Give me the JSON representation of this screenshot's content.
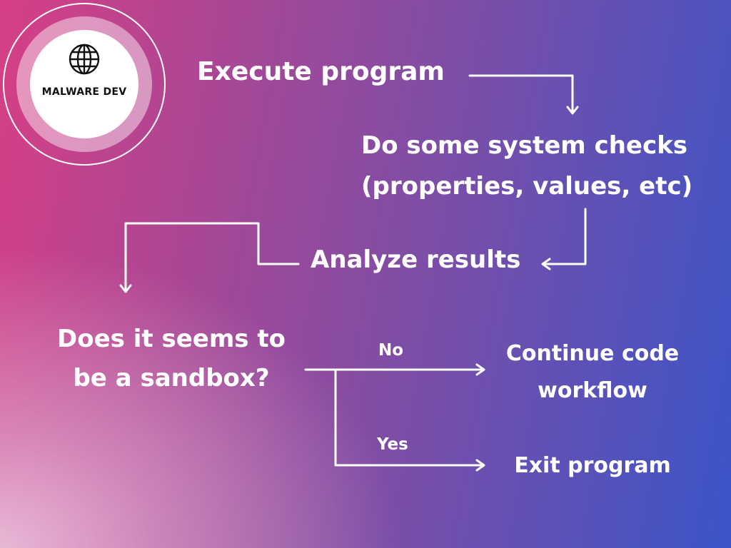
{
  "colors": {
    "bg_left": "#d63f85",
    "bg_mid": "#8a4ca0",
    "bg_right": "#3b55c8",
    "glow": "#e8b8d6",
    "text": "#ffffff",
    "logo_text": "#111111"
  },
  "logo": {
    "icon": "globe-icon",
    "text": "MALWARE DEV"
  },
  "nodes": {
    "execute": "Execute program",
    "checks_line1": "Do some system checks",
    "checks_line2": "(properties, values, etc)",
    "analyze": "Analyze results",
    "sandbox_line1": "Does it seems to",
    "sandbox_line2": "be a sandbox?",
    "continue_line1": "Continue code",
    "continue_line2": "workflow",
    "exit": "Exit program"
  },
  "edge_labels": {
    "no": "No",
    "yes": "Yes"
  }
}
